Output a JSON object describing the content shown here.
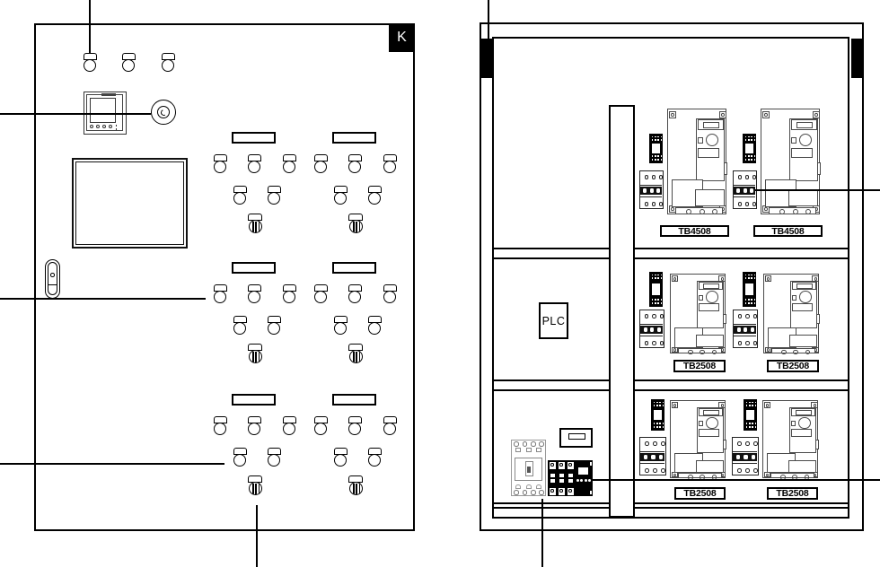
{
  "left_panel": {
    "designation": "K"
  },
  "right_panel": {
    "plc_label": "PLC",
    "drive_labels": {
      "row1": [
        "TB4508",
        "TB4508"
      ],
      "row2": [
        "TB2508",
        "TB2508"
      ],
      "row3": [
        "TB2508",
        "TB2508"
      ]
    }
  }
}
